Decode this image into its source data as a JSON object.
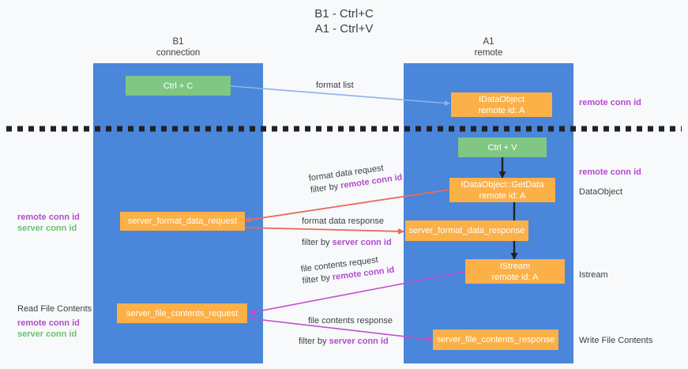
{
  "title": {
    "line1": "B1 - Ctrl+C",
    "line2": "A1 - Ctrl+V"
  },
  "lanes": [
    {
      "id": "b1",
      "name": "B1",
      "sub": "connection"
    },
    {
      "id": "a1",
      "name": "A1",
      "sub": "remote"
    }
  ],
  "nodes": {
    "ctrl_c": {
      "label": "Ctrl + C"
    },
    "idataobject": {
      "l1": "IDataObject",
      "l2": "remote id: A"
    },
    "ctrl_v": {
      "label": "Ctrl + V"
    },
    "getdata": {
      "l1": "IDataObject::GetData",
      "l2": "remote id: A"
    },
    "server_format_data_request": {
      "label": "server_format_data_request"
    },
    "server_format_data_response": {
      "label": "server_format_data_response"
    },
    "istream": {
      "l1": "IStream",
      "l2": "remote id: A"
    },
    "server_file_contents_request": {
      "label": "server_file_contents_request"
    },
    "server_file_contents_response": {
      "label": "server_file_contents_response"
    }
  },
  "mid_labels": {
    "format_list": "format list",
    "format_data_request": "format data request",
    "format_data_request_filter_prefix": "filter by ",
    "format_data_request_filter_key": "remote conn id",
    "format_data_response": "format data response",
    "format_data_response_filter_prefix": "filter by ",
    "format_data_response_filter_key": "server conn id",
    "file_contents_request": "file contents request",
    "file_contents_request_filter_prefix": "filter by ",
    "file_contents_request_filter_key": "remote conn id",
    "file_contents_response": "file contents response",
    "file_contents_response_filter_prefix": "filter by ",
    "file_contents_response_filter_key": "server conn id"
  },
  "right_labels": {
    "remote_conn_id_top": "remote conn id",
    "remote_conn_id_mid": "remote conn id",
    "dataobject": "DataObject",
    "istream": "Istream",
    "write_file_contents": "Write File Contents"
  },
  "left_labels": {
    "remote_conn_id_1": "remote conn id",
    "server_conn_id_1": "server conn id",
    "read_file_contents": "Read File Contents",
    "remote_conn_id_2": "remote conn id",
    "server_conn_id_2": "server conn id"
  },
  "colors": {
    "lane": "#4a86d9",
    "green_node": "#80c784",
    "orange_node": "#fbb048",
    "arrow_blue": "#8ab4e8",
    "arrow_red": "#ea6a5e",
    "arrow_purple": "#c24fcf",
    "arrow_black": "#202124",
    "remote_conn_id": "#b24ccf",
    "server_conn_id": "#6dbf73",
    "background": "#f8f9fa"
  }
}
